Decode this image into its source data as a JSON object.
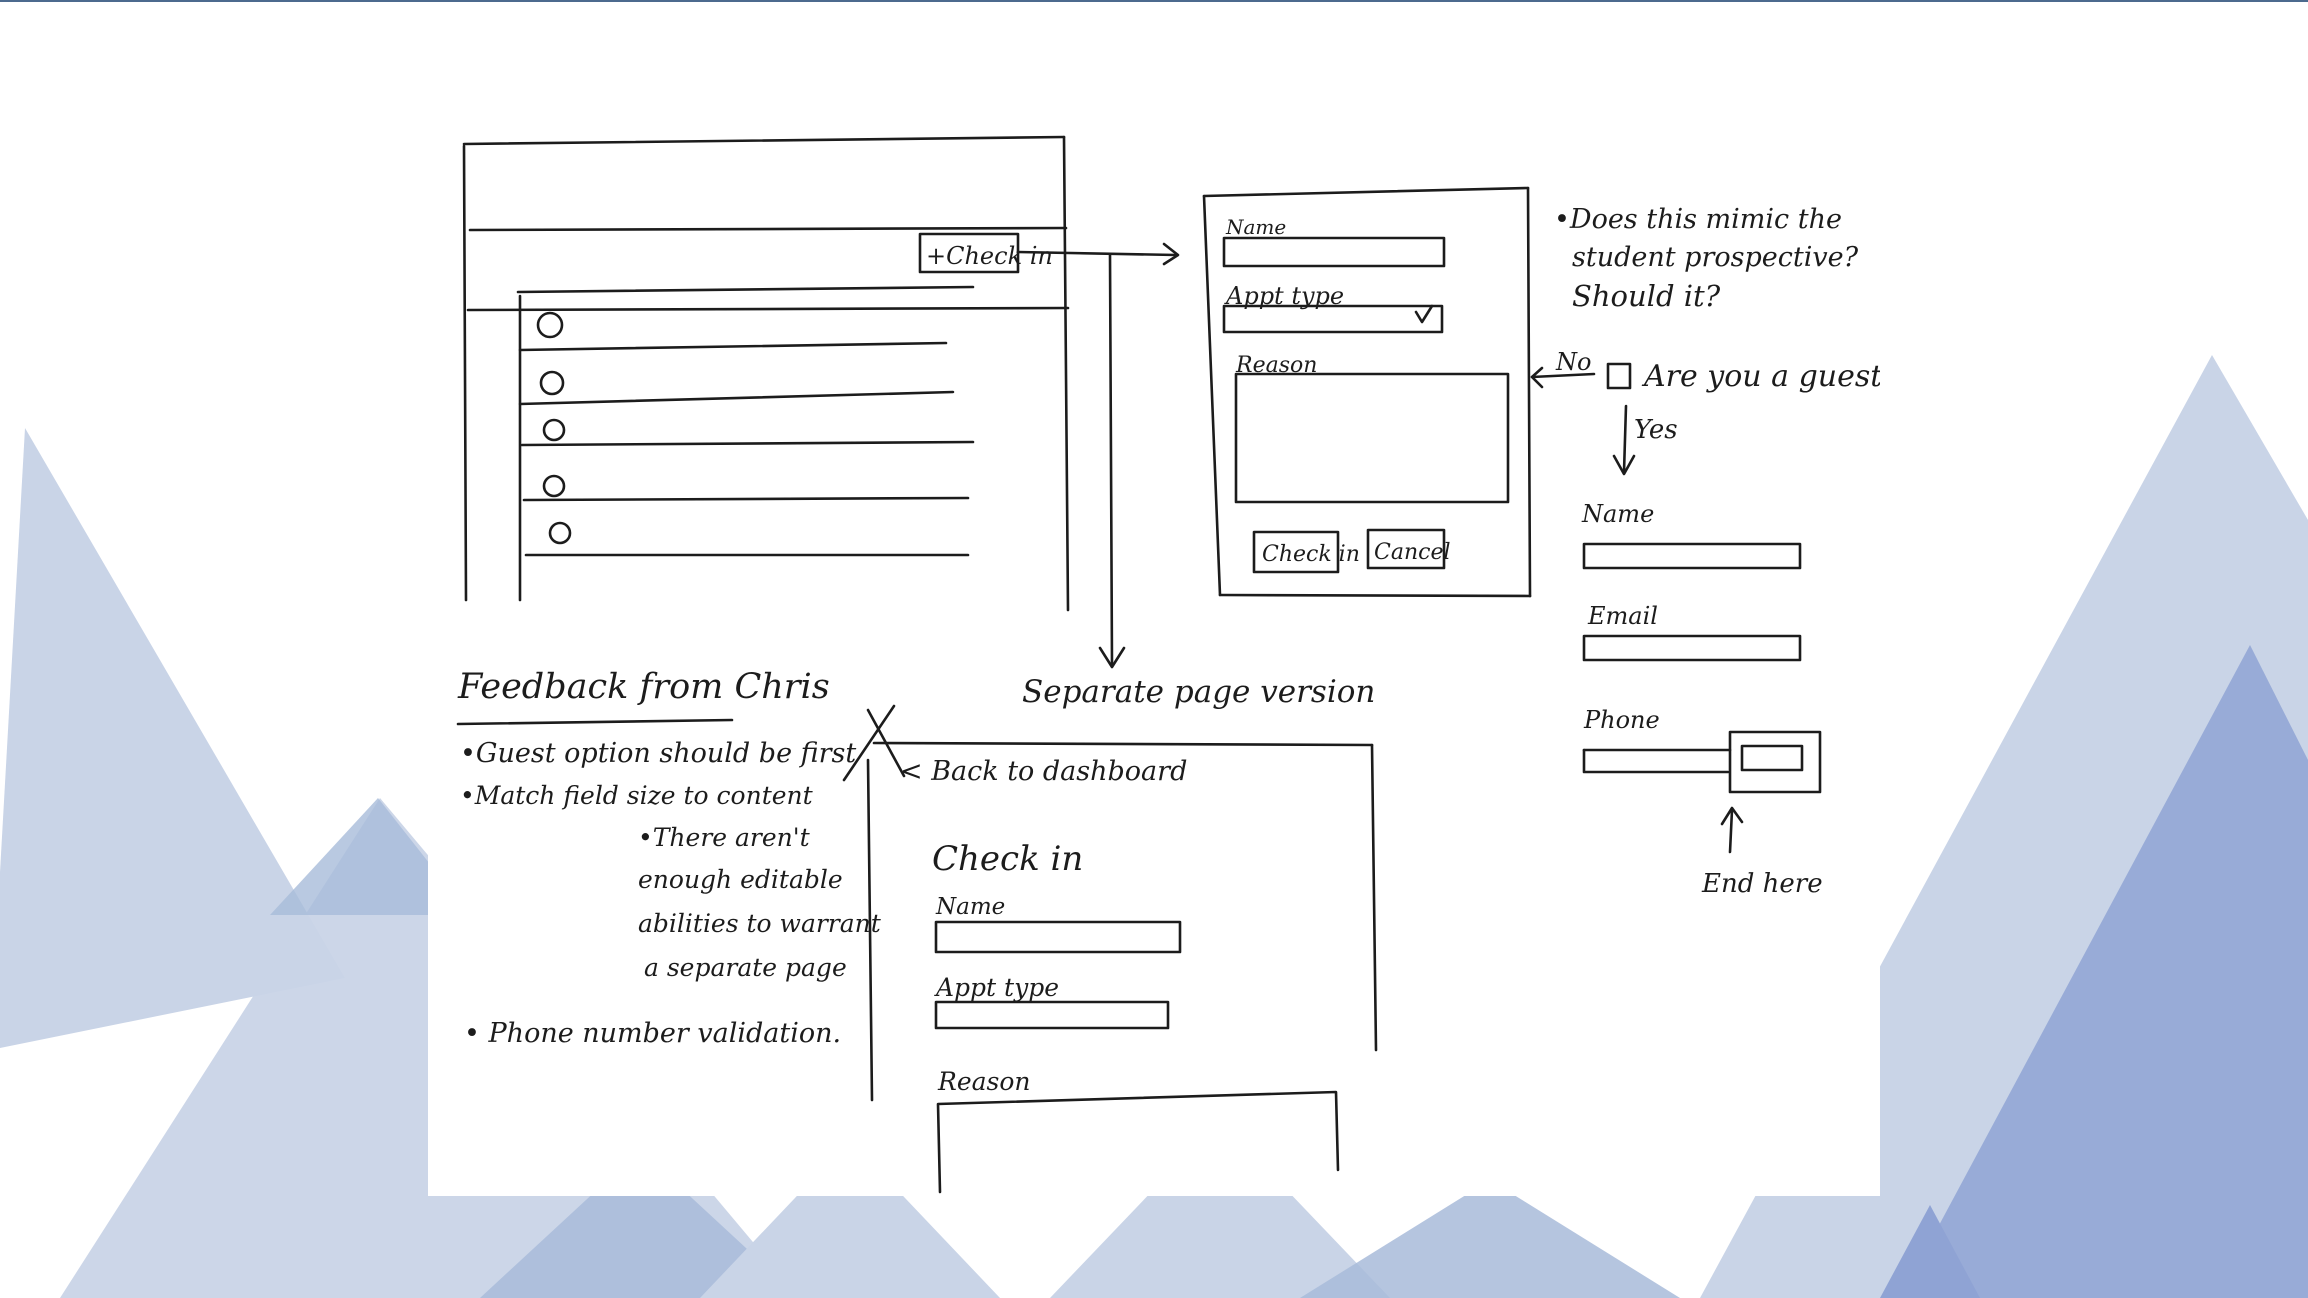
{
  "colors": {
    "top_rule": "#4c6a8e",
    "triangle_light": "#c9d4e7",
    "triangle_mid": "#a8bbd9",
    "triangle_dark": "#8fa3d4",
    "ink": "#1c1c1c",
    "paper": "#ffffff"
  },
  "sketch": {
    "dashboard": {
      "checkin_button": "+Check in",
      "rows": 5
    },
    "modal": {
      "name_label": "Name",
      "appt_type_label": "Appt type",
      "reason_label": "Reason",
      "checkin_button": "Check in",
      "cancel_button": "Cancel"
    },
    "side_note": {
      "line1": "•Does this mimic the",
      "line2": "student prospective?",
      "line3": "Should it?"
    },
    "guest": {
      "no_label": "No",
      "question": "Are you a guest?",
      "yes_label": "Yes",
      "name_label": "Name",
      "email_label": "Email",
      "phone_label": "Phone",
      "end_note": "End here"
    },
    "feedback": {
      "title": "Feedback from Chris",
      "bullet1": "•Guest option should be first",
      "bullet2": "•Match field size to content",
      "sub1": "•There aren't",
      "sub2": "enough editable",
      "sub3": "abilities to warrant",
      "sub4": "a separate page",
      "bullet3": "• Phone number validation."
    },
    "separate_page": {
      "title": "Separate page version",
      "back_link": "< Back to dashboard",
      "heading": "Check in",
      "name_label": "Name",
      "appt_type_label": "Appt type",
      "reason_label": "Reason"
    }
  }
}
